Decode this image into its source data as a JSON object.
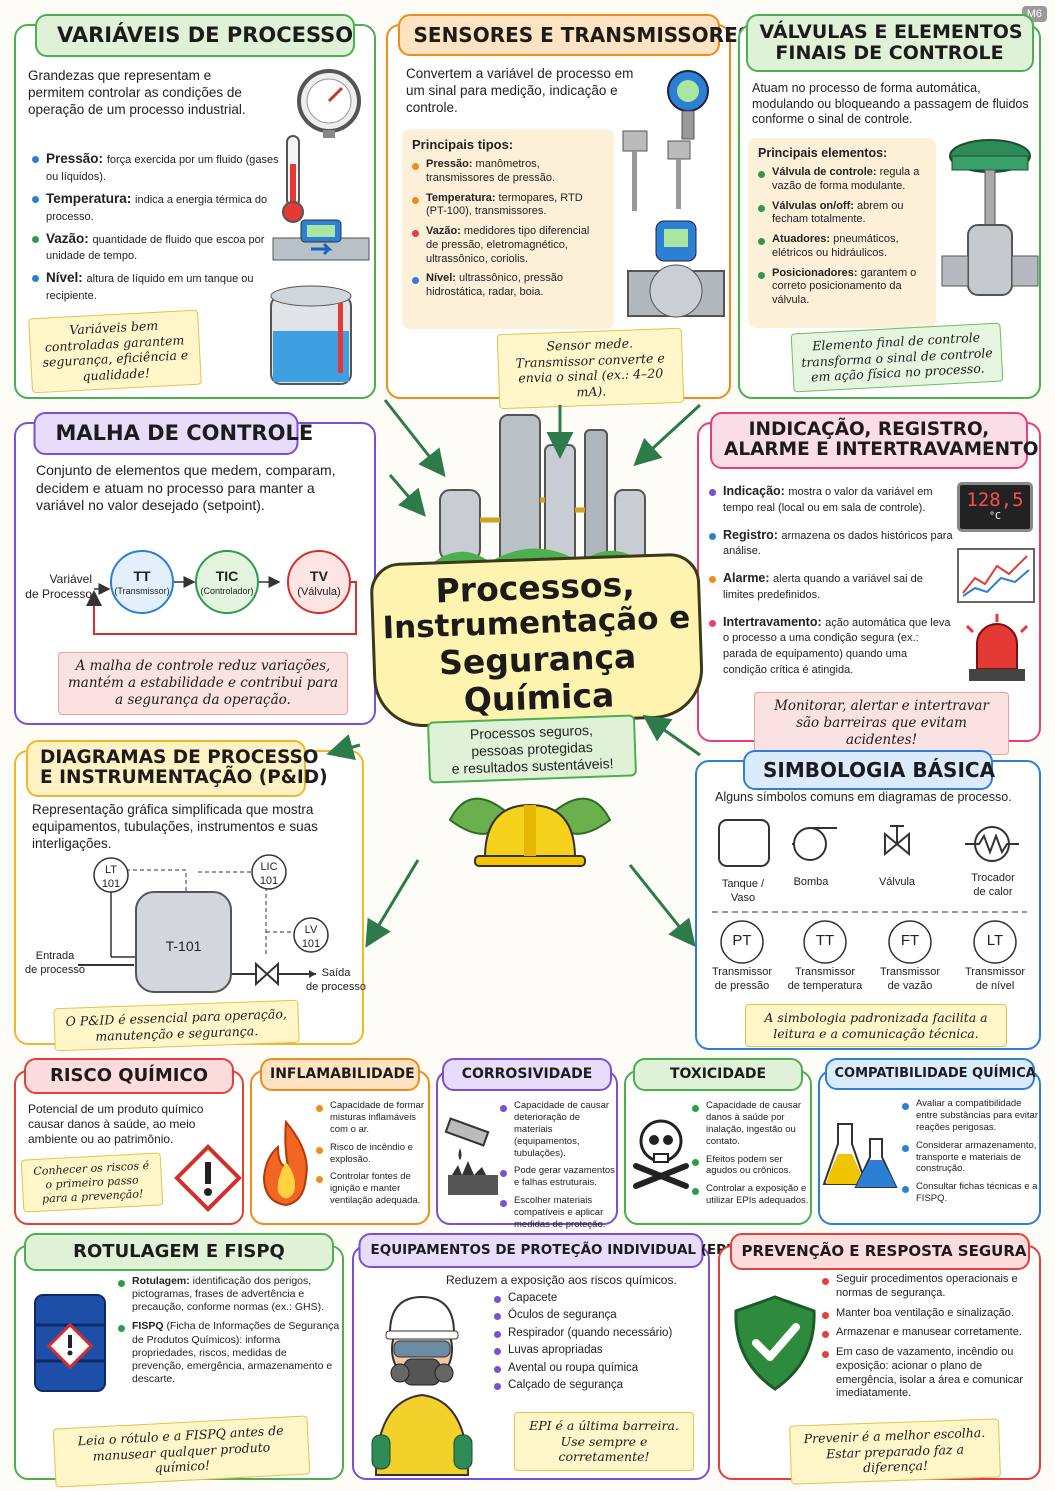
{
  "corner_tag": "M6",
  "center": {
    "title_lines": [
      "Processos,",
      "Instrumentação e",
      "Segurança Química"
    ],
    "tagline_lines": [
      "Processos seguros,",
      "pessoas protegidas",
      "e resultados sustentáveis!"
    ]
  },
  "variaveis": {
    "title": "VARIÁVEIS DE PROCESSO",
    "intro": "Grandezas que representam e permitem controlar as condições de operação de um processo industrial.",
    "items": [
      {
        "term": "Pressão:",
        "desc": "força exercida por um fluido (gases ou líquidos)."
      },
      {
        "term": "Temperatura:",
        "desc": "indica a energia térmica do processo."
      },
      {
        "term": "Vazão:",
        "desc": "quantidade de fluido que escoa por unidade de tempo."
      },
      {
        "term": "Nível:",
        "desc": "altura de líquido em um tanque ou recipiente."
      }
    ],
    "note": "Variáveis bem controladas garantem segurança, eficiência e qualidade!"
  },
  "sensores": {
    "title": "SENSORES E TRANSMISSORES",
    "intro": "Convertem a variável de processo em um sinal para medição, indicação e controle.",
    "box_title": "Principais tipos:",
    "items": [
      {
        "term": "Pressão:",
        "desc": "manômetros, transmissores de pressão."
      },
      {
        "term": "Temperatura:",
        "desc": "termopares, RTD (PT-100), transmissores."
      },
      {
        "term": "Vazão:",
        "desc": "medidores tipo diferencial de pressão, eletromagnético, ultrassônico, coriolis."
      },
      {
        "term": "Nível:",
        "desc": "ultrassônico, pressão hidrostática, radar, boia."
      }
    ],
    "note": "Sensor mede. Transmissor converte e envia o sinal (ex.: 4–20 mA)."
  },
  "valvulas": {
    "title_lines": [
      "VÁLVULAS E ELEMENTOS",
      "FINAIS DE CONTROLE"
    ],
    "intro": "Atuam no processo de forma automática, modulando ou bloqueando a passagem de fluidos conforme o sinal de controle.",
    "box_title": "Principais elementos:",
    "items": [
      {
        "term": "Válvula de controle:",
        "desc": "regula a vazão de forma modulante."
      },
      {
        "term": "Válvulas on/off:",
        "desc": "abrem ou fecham totalmente."
      },
      {
        "term": "Atuadores:",
        "desc": "pneumáticos, elétricos ou hidráulicos."
      },
      {
        "term": "Posicionadores:",
        "desc": "garantem o correto posicionamento da válvula."
      }
    ],
    "note": "Elemento final de controle transforma o sinal de controle em ação física no processo."
  },
  "malha": {
    "title": "MALHA DE CONTROLE",
    "intro": "Conjunto de elementos que medem, comparam, decidem e atuam no processo para manter a variável no valor desejado (setpoint).",
    "var_label": [
      "Variável",
      "de Processo"
    ],
    "nodes": [
      {
        "code": "TT",
        "sub": "(Transmissor)"
      },
      {
        "code": "TIC",
        "sub": "(Controlador)"
      },
      {
        "code": "TV",
        "sub": "(Válvula)"
      }
    ],
    "note": "A malha de controle reduz variações, mantém a estabilidade e contribui para a segurança da operação."
  },
  "indicacao": {
    "title_lines": [
      "INDICAÇÃO, REGISTRO,",
      "ALARME E INTERTRAVAMENTO"
    ],
    "items": [
      {
        "term": "Indicação:",
        "desc": "mostra o valor da variável em tempo real (local ou em sala de controle)."
      },
      {
        "term": "Registro:",
        "desc": "armazena os dados históricos para análise."
      },
      {
        "term": "Alarme:",
        "desc": "alerta quando a variável sai de limites predefinidos."
      },
      {
        "term": "Intertravamento:",
        "desc": "ação automática que leva o processo a uma condição segura (ex.: parada de equipamento) quando uma condição crítica é atingida."
      }
    ],
    "display_value": "128,5",
    "display_unit": "°C",
    "note": "Monitorar, alertar e intertravar são barreiras que evitam acidentes!"
  },
  "pid": {
    "title_lines": [
      "DIAGRAMAS DE PROCESSO",
      "E INSTRUMENTAÇÃO (P&ID)"
    ],
    "intro": "Representação gráfica simplificada que mostra equipamentos, tubulações, instrumentos e suas interligações.",
    "tags": [
      [
        "LT",
        "101"
      ],
      [
        "LIC",
        "101"
      ],
      [
        "LV",
        "101"
      ]
    ],
    "tank": "T-101",
    "entrada": [
      "Entrada",
      "de processo"
    ],
    "saida": [
      "Saída",
      "de processo"
    ],
    "note": "O P&ID é essencial para operação, manutenção e segurança."
  },
  "simbologia": {
    "title": "SIMBOLOGIA BÁSICA",
    "intro": "Alguns símbolos comuns em diagramas de processo.",
    "symbols": [
      [
        "Tanque /",
        "Vaso"
      ],
      [
        "Bomba"
      ],
      [
        "Válvula"
      ],
      [
        "Trocador",
        "de calor"
      ]
    ],
    "instruments": [
      {
        "code": "PT",
        "label": [
          "Transmissor",
          "de pressão"
        ]
      },
      {
        "code": "TT",
        "label": [
          "Transmissor",
          "de temperatura"
        ]
      },
      {
        "code": "FT",
        "label": [
          "Transmissor",
          "de vazão"
        ]
      },
      {
        "code": "LT",
        "label": [
          "Transmissor",
          "de nível"
        ]
      }
    ],
    "note": "A simbologia padronizada facilita a leitura e a comunicação técnica."
  },
  "risco": {
    "title": "RISCO QUÍMICO",
    "intro": "Potencial de um produto químico causar danos à saúde, ao meio ambiente ou ao patrimônio.",
    "note": "Conhecer os riscos é o primeiro passo para a prevenção!"
  },
  "inflamabilidade": {
    "title": "INFLAMABILIDADE",
    "items": [
      "Capacidade de formar misturas inflamáveis com o ar.",
      "Risco de incêndio e explosão.",
      "Controlar fontes de ignição e manter ventilação adequada."
    ]
  },
  "corrosividade": {
    "title": "CORROSIVIDADE",
    "items": [
      "Capacidade de causar deterioração de materiais (equipamentos, tubulações).",
      "Pode gerar vazamentos e falhas estruturais.",
      "Escolher materiais compatíveis e aplicar medidas de proteção."
    ]
  },
  "toxicidade": {
    "title": "TOXICIDADE",
    "items": [
      "Capacidade de causar danos à saúde por inalação, ingestão ou contato.",
      "Efeitos podem ser agudos ou crônicos.",
      "Controlar a exposição e utilizar EPIs adequados."
    ]
  },
  "compatibilidade": {
    "title": "COMPATIBILIDADE QUÍMICA",
    "items": [
      "Avaliar a compatibilidade entre substâncias para evitar reações perigosas.",
      "Considerar armazenamento, transporte e materiais de construção.",
      "Consultar fichas técnicas e a FISPQ."
    ]
  },
  "rotulagem": {
    "title": "ROTULAGEM E FISPQ",
    "items": [
      {
        "term": "Rotulagem:",
        "desc": "identificação dos perigos, pictogramas, frases de advertência e precaução, conforme normas (ex.: GHS)."
      },
      {
        "term": "FISPQ",
        "desc": "(Ficha de Informações de Segurança de Produtos Químicos): informa propriedades, riscos, medidas de prevenção, emergência, armazenamento e descarte."
      }
    ],
    "note": "Leia o rótulo e a FISPQ antes de manusear qualquer produto químico!"
  },
  "epi": {
    "title": "EQUIPAMENTOS DE PROTEÇÃO INDIVIDUAL (EPI)",
    "intro": "Reduzem a exposição aos riscos químicos.",
    "items": [
      "Capacete",
      "Óculos de segurança",
      "Respirador (quando necessário)",
      "Luvas apropriadas",
      "Avental ou roupa química",
      "Calçado de segurança"
    ],
    "note": "EPI é a última barreira. Use sempre e corretamente!"
  },
  "prevencao": {
    "title": "PREVENÇÃO E RESPOSTA SEGURA",
    "items": [
      "Seguir procedimentos operacionais e normas de segurança.",
      "Manter boa ventilação e sinalização.",
      "Armazenar e manusear corretamente.",
      "Em caso de vazamento, incêndio ou exposição: acionar o plano de emergência, isolar a área e comunicar imediatamente."
    ],
    "note": "Prevenir é a melhor escolha. Estar preparado faz a diferença!"
  }
}
